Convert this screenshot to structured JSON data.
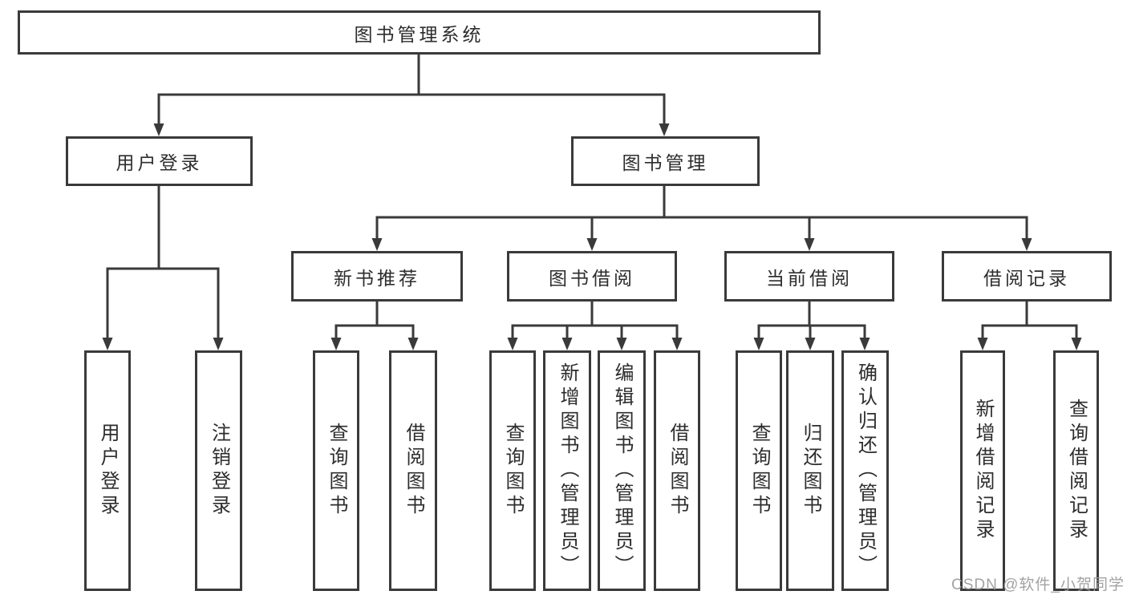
{
  "diagram": {
    "title": "图书管理系统",
    "level2": [
      "用户登录",
      "图书管理"
    ],
    "level3": [
      "新书推荐",
      "图书借阅",
      "当前借阅",
      "借阅记录"
    ],
    "leaves": {
      "user_login": [
        "用户登录",
        "注销登录"
      ],
      "new_book": [
        "查询图书",
        "借阅图书"
      ],
      "book_borrow": [
        "查询图书",
        "新增图书（管理员）",
        "编辑图书（管理员）",
        "借阅图书"
      ],
      "current_borrow": [
        "查询图书",
        "归还图书",
        "确认归还（管理员）"
      ],
      "borrow_record": [
        "新增借阅记录",
        "查询借阅记录"
      ]
    }
  },
  "watermark": "CSDN @软件_小贺同学",
  "colors": {
    "line": "#3a3a3a",
    "border": "#3a3a3a",
    "text": "#2d2d2d",
    "background": "#ffffff",
    "watermark": "#9b9b9b"
  }
}
